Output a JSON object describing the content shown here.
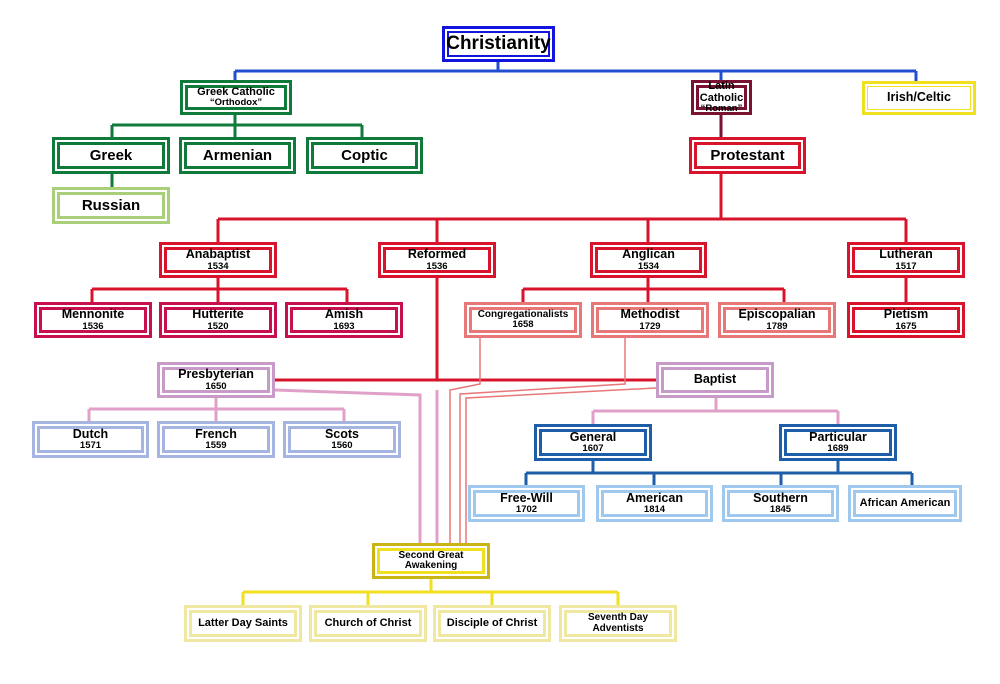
{
  "colors": {
    "root": "#1414e0",
    "green": "#0f7a3a",
    "lightgreen": "#a9cf7a",
    "maroon": "#7a1232",
    "red": "#d8142c",
    "crimson": "#c8104e",
    "salmon": "#e87878",
    "lavender": "#c89ac8",
    "periwinkle": "#a6b4e2",
    "darkblue": "#1e5ea8",
    "lightblue": "#9ec8ee",
    "yellow": "#f0e020",
    "olive": "#c8b414",
    "pale": "#f0e8a0",
    "pink": "#e0a0c8",
    "blueline": "#2050d0"
  },
  "nodes": {
    "christianity": {
      "name": "Christianity",
      "sub": ""
    },
    "greek_catholic": {
      "name": "Greek Catholic",
      "sub": "“Orthodox”"
    },
    "latin_catholic": {
      "name": "Latin Catholic",
      "sub": "“Roman”"
    },
    "irish_celtic": {
      "name": "Irish/Celtic",
      "sub": ""
    },
    "greek": {
      "name": "Greek",
      "sub": ""
    },
    "armenian": {
      "name": "Armenian",
      "sub": ""
    },
    "coptic": {
      "name": "Coptic",
      "sub": ""
    },
    "russian": {
      "name": "Russian",
      "sub": ""
    },
    "protestant": {
      "name": "Protestant",
      "sub": ""
    },
    "anabaptist": {
      "name": "Anabaptist",
      "sub": "1534"
    },
    "reformed": {
      "name": "Reformed",
      "sub": "1536"
    },
    "anglican": {
      "name": "Anglican",
      "sub": "1534"
    },
    "lutheran": {
      "name": "Lutheran",
      "sub": "1517"
    },
    "mennonite": {
      "name": "Mennonite",
      "sub": "1536"
    },
    "hutterite": {
      "name": "Hutterite",
      "sub": "1520"
    },
    "amish": {
      "name": "Amish",
      "sub": "1693"
    },
    "congregationalists": {
      "name": "Congregationalists",
      "sub": "1658"
    },
    "methodist": {
      "name": "Methodist",
      "sub": "1729"
    },
    "episcopalian": {
      "name": "Episcopalian",
      "sub": "1789"
    },
    "pietism": {
      "name": "Pietism",
      "sub": "1675"
    },
    "presbyterian": {
      "name": "Presbyterian",
      "sub": "1650"
    },
    "baptist": {
      "name": "Baptist",
      "sub": ""
    },
    "dutch": {
      "name": "Dutch",
      "sub": "1571"
    },
    "french": {
      "name": "French",
      "sub": "1559"
    },
    "scots": {
      "name": "Scots",
      "sub": "1560"
    },
    "general": {
      "name": "General",
      "sub": "1607"
    },
    "particular": {
      "name": "Particular",
      "sub": "1689"
    },
    "free_will": {
      "name": "Free-Will",
      "sub": "1702"
    },
    "american": {
      "name": "American",
      "sub": "1814"
    },
    "southern": {
      "name": "Southern",
      "sub": "1845"
    },
    "african_american": {
      "name": "African American",
      "sub": ""
    },
    "second_great_awakening": {
      "name": "Second Great Awakening",
      "sub": ""
    },
    "latter_day_saints": {
      "name": "Latter Day Saints",
      "sub": ""
    },
    "church_of_christ": {
      "name": "Church of Christ",
      "sub": ""
    },
    "disciple_of_christ": {
      "name": "Disciple of Christ",
      "sub": ""
    },
    "seventh_day_adventists": {
      "name": "Seventh Day Adventists",
      "sub": ""
    }
  }
}
